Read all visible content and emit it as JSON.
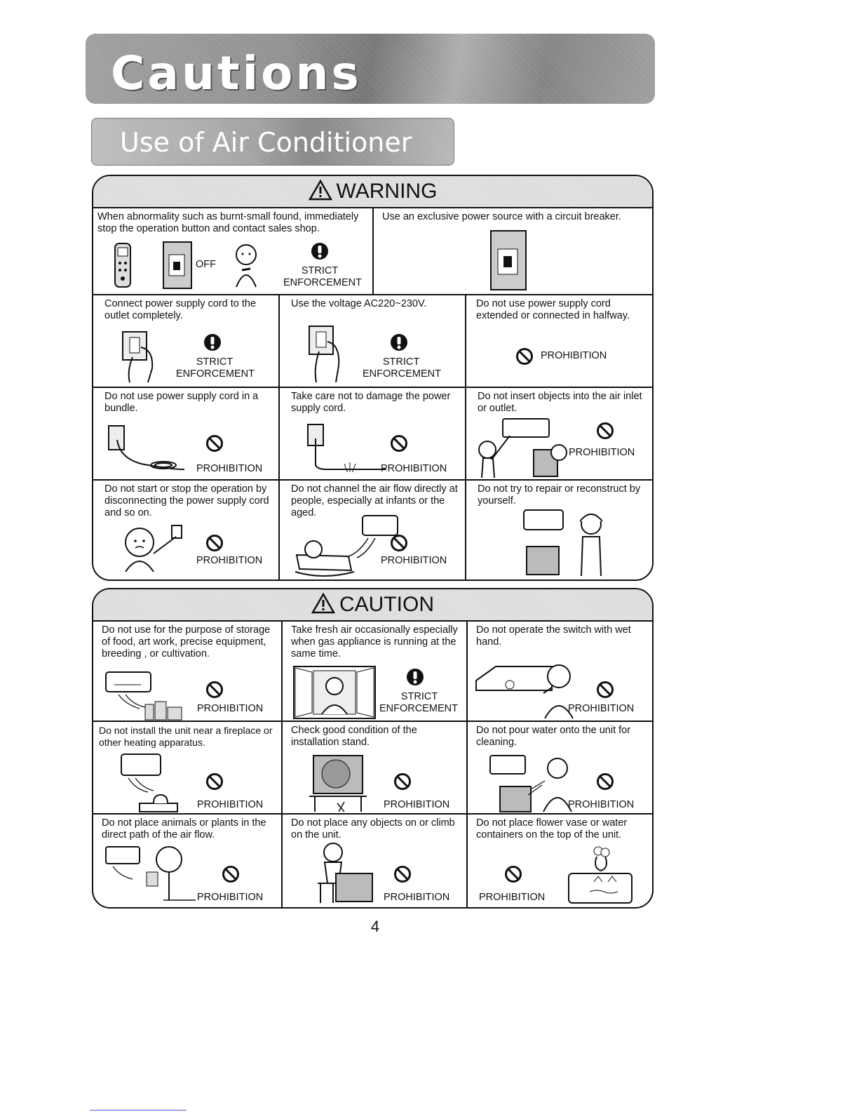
{
  "header": {
    "title": "Cautions"
  },
  "subheader": {
    "title": "Use of Air Conditioner"
  },
  "labels": {
    "strict": "STRICT",
    "enforcement": "ENFORCEMENT",
    "prohibition": "PROHIBITION",
    "off": "OFF"
  },
  "warning": {
    "title": "WARNING",
    "cells": [
      "When abnormality such as burnt-small found, immediately stop the operation button and contact sales shop.",
      "Use an exclusive power source with a circuit breaker.",
      "Connect power supply cord to the outlet completely.",
      "Use the voltage AC220~230V.",
      "Do not use power supply cord extended or connected in halfway.",
      "Do not use power supply cord in a bundle.",
      "Take care not to damage the power supply cord.",
      "Do not insert objects into the air inlet or outlet.",
      "Do not start or stop the operation by disconnecting the power supply cord and so on.",
      "Do not channel the air flow directly at people, especially at infants or the aged.",
      "Do not try to repair or reconstruct by yourself."
    ]
  },
  "caution": {
    "title": "CAUTION",
    "cells": [
      "Do not use for the purpose of storage of food, art work, precise equipment, breeding , or cultivation.",
      "Take fresh air occasionally especially when gas appliance is running at the same time.",
      "Do not operate the switch with wet hand.",
      "Do not install the unit near a fireplace or other heating apparatus.",
      "Check good condition of the installation stand.",
      "Do not pour water onto the unit for cleaning.",
      "Do not place animals or plants in the direct path of the air flow.",
      "Do not place any objects on or climb on the unit.",
      "Do not place flower vase or water containers on the top of the unit."
    ]
  },
  "page_number": "4"
}
